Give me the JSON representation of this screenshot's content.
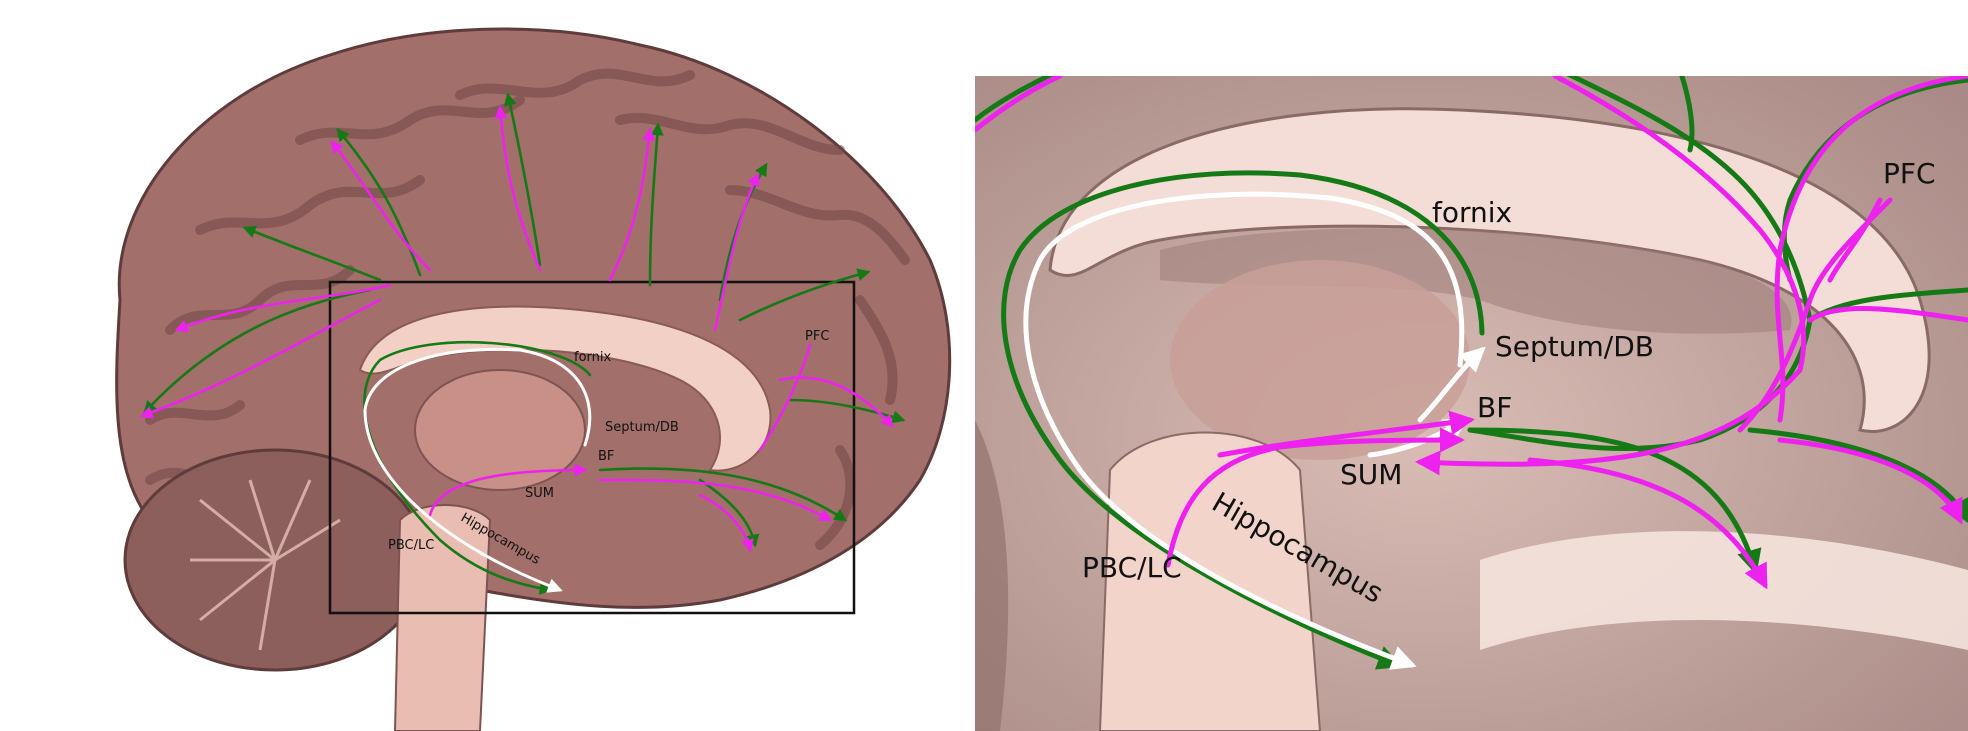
{
  "colors": {
    "pink": "#ee22ee",
    "green": "#157a15",
    "white": "#ffffff",
    "brain_dark": "#7d5453",
    "brain_mid": "#a97672",
    "brain_light": "#e3b3a8",
    "zoom_bg": "#c4a7a2",
    "frame": "#111111"
  },
  "labels": {
    "fornix": "fornix",
    "septum": "Septum/DB",
    "bf": "BF",
    "sum": "SUM",
    "pbc": "PBC/LC",
    "hippocampus": "Hippocampus",
    "pfc": "PFC"
  }
}
